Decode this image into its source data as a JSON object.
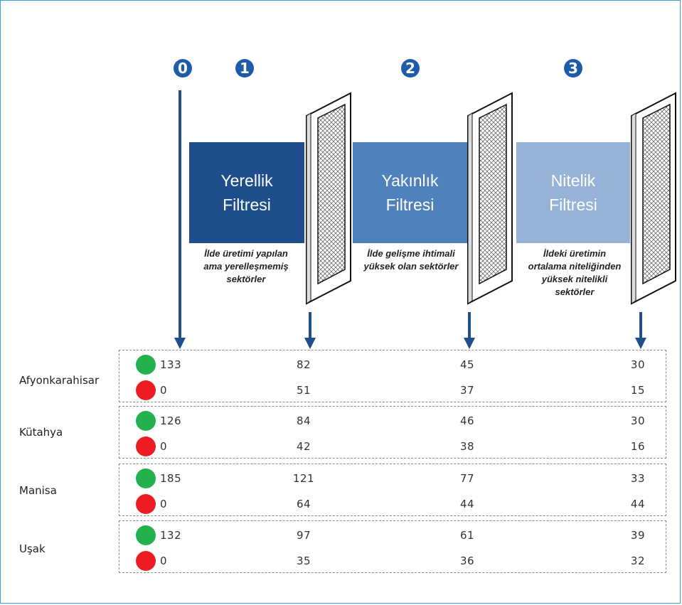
{
  "steps": [
    "0",
    "1",
    "2",
    "3"
  ],
  "filters": [
    {
      "name": "Yerellik\nFiltresi",
      "color": "#1f4e8c",
      "caption": "İlde üretimi yapılan\nama yerelleşmemiş\nsektörler"
    },
    {
      "name": "Yakınlık\nFiltresi",
      "color": "#4f81bd",
      "caption": "İlde gelişme ihtimali\nyüksek olan sektörler"
    },
    {
      "name": "Nitelik\nFiltresi",
      "color": "#95b3d7",
      "caption": "İldeki üretimin\nortalama niteliğinden\nyüksek nitelikli\nsektörler"
    }
  ],
  "colors": {
    "accent": "#1f4e8c",
    "green": "#22b14c",
    "red": "#ed1c24",
    "frame": "#3a9bd6"
  },
  "regions": [
    {
      "name": "Afyonkarahisar",
      "green": [
        "133",
        "82",
        "45",
        "30"
      ],
      "red": [
        "0",
        "51",
        "37",
        "15"
      ]
    },
    {
      "name": "Kütahya",
      "green": [
        "126",
        "84",
        "46",
        "30"
      ],
      "red": [
        "0",
        "42",
        "38",
        "16"
      ]
    },
    {
      "name": "Manisa",
      "green": [
        "185",
        "121",
        "77",
        "33"
      ],
      "red": [
        "0",
        "64",
        "44",
        "44"
      ]
    },
    {
      "name": "Uşak",
      "green": [
        "132",
        "97",
        "61",
        "39"
      ],
      "red": [
        "0",
        "35",
        "36",
        "32"
      ]
    }
  ]
}
